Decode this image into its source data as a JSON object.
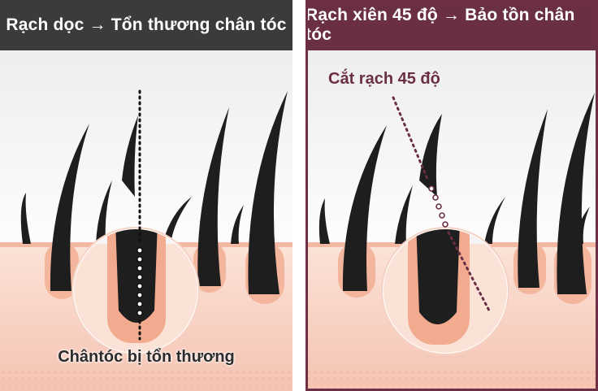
{
  "left_panel": {
    "title": "Rạch dọc → Tổn thương chân tóc",
    "caption": "Chântóc bị tổn thương"
  },
  "right_panel": {
    "title": "Rạch xiên 45 độ → Bảo tồn chân tóc",
    "annotation": "Cắt rạch 45 độ"
  },
  "colors": {
    "left_header": "#3b3b3b",
    "right_header": "#6b2f45",
    "skin": "#f7cfbf",
    "hair": "#1e1e1e",
    "cut_line_right": "#6b2f45",
    "cut_line_left": "#111111"
  }
}
